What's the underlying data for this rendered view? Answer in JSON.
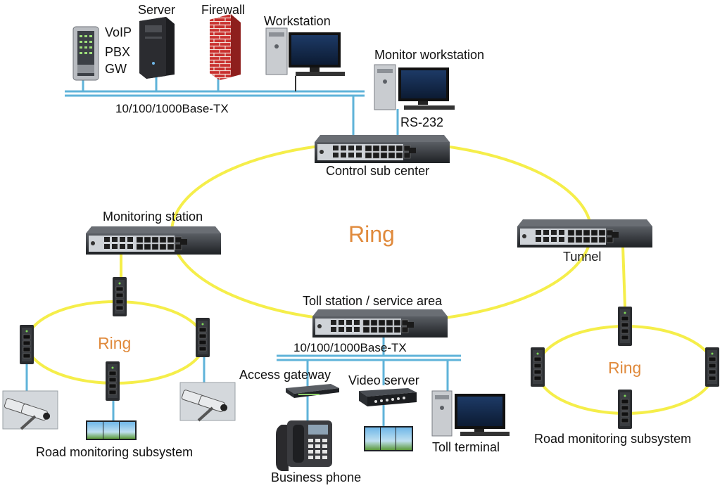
{
  "colors": {
    "ring": "#f5ee4a",
    "lan": "#5fb3d9",
    "ring_label": "#e08a3c",
    "switch_body": "#2c2f33",
    "switch_face": "#cfd3d8",
    "firewall": "#c9312f"
  },
  "labels": {
    "server": "Server",
    "firewall": "Firewall",
    "workstation": "Workstation",
    "voip": "VoIP",
    "pbx": "PBX",
    "gw": "GW",
    "monitor_workstation": "Monitor workstation",
    "lan_top": "10/100/1000Base-TX",
    "rs232": "RS-232",
    "control_sub_center": "Control sub center",
    "monitoring_station": "Monitoring station",
    "ring_main": "Ring",
    "tunnel": "Tunnel",
    "toll_station": "Toll station / service area",
    "lan_bottom": "10/100/1000Base-TX",
    "access_gateway": "Access gateway",
    "video_server": "Video server",
    "ring_left": "Ring",
    "ring_right": "Ring",
    "road_monitoring_left": "Road monitoring subsystem",
    "road_monitoring_right": "Road monitoring subsystem",
    "business_phone": "Business phone",
    "toll_terminal": "Toll terminal"
  },
  "icons": {
    "voip_gateway": "voip-pbx-gateway-icon",
    "server": "server-tower-icon",
    "firewall": "firewall-brick-icon",
    "workstation": "workstation-icon",
    "monitor_workstation": "workstation-icon",
    "switch": "ethernet-switch-icon",
    "din_switch": "din-rail-switch-icon",
    "camera": "cctv-camera-icon",
    "video_wall": "video-wall-icon",
    "gateway": "access-gateway-icon",
    "video_server": "video-server-icon",
    "phone": "desk-phone-icon",
    "toll_terminal": "workstation-icon"
  }
}
